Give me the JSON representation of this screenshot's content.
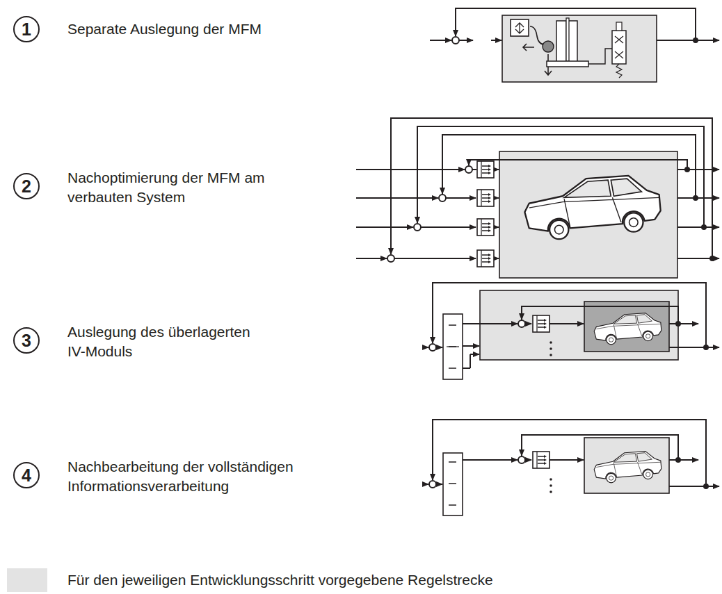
{
  "diagram": {
    "labels": [
      "1",
      "Separate Auslegung der MFM",
      "2",
      "Nachoptimierung der MFM am verbauten System",
      "3",
      "Auslegung des überlagerten IV-Moduls",
      "4",
      "Nachbearbeitung der vollständigen Informationsverarbeitung"
    ],
    "legend": [
      {
        "text": "Für den jeweiligen Entwicklungsschritt vorgegebene Regelstrecke",
        "color": "#e3e3e3"
      }
    ]
  }
}
